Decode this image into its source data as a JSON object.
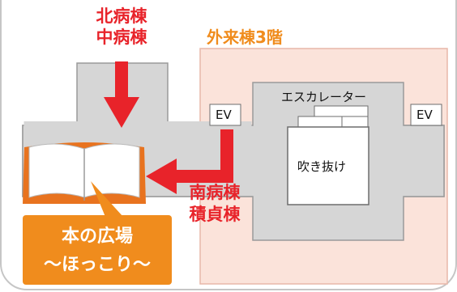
{
  "colors": {
    "corridor_fill": "#d6d6d6",
    "corridor_stroke": "#9a9a9a",
    "outpatient_fill": "#fbe3da",
    "outpatient_stroke": "#e8b7a9",
    "arrow_red": "#e8232a",
    "area_orange": "#f08c1d",
    "book_cover": "#e8731f"
  },
  "labels": {
    "north_wing_line1": "北病棟",
    "north_wing_line2": "中病棟",
    "south_wing_line1": "南病棟",
    "south_wing_line2": "積貞棟",
    "outpatient_building": "外来棟3階",
    "ev_left": "EV",
    "ev_right": "EV",
    "escalator": "エスカレーター",
    "atrium": "吹き抜け",
    "area_name_line1": "本の広場",
    "area_name_line2": "〜ほっこり〜"
  },
  "icons": {
    "book": "open-book-icon",
    "arrow_down": "arrow-down-icon",
    "arrow_left": "arrow-left-icon"
  }
}
